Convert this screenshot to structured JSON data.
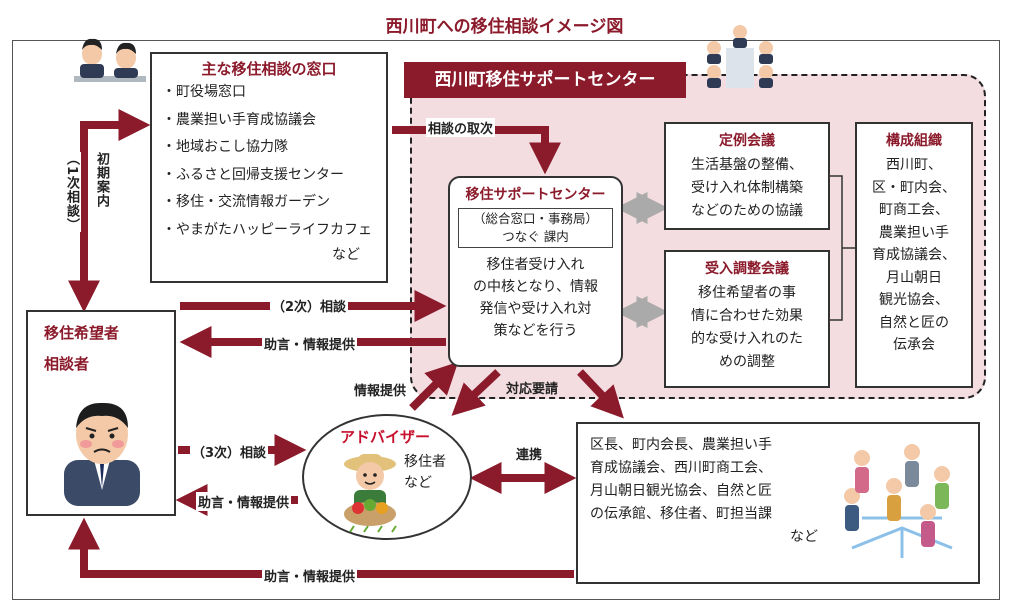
{
  "title": "西川町への移住相談イメージ図",
  "center": {
    "banner": "西川町移住サポートセンター"
  },
  "madoguchi": {
    "heading": "主な移住相談の窓口",
    "items": [
      "・町役場窓口",
      "・農業担い手育成協議会",
      "・地域おこし協力隊",
      "・ふるさと回帰支援センター",
      "・移住・交流情報ガーデン",
      "・やまがたハッピーライフカフェ"
    ],
    "tail": "など"
  },
  "support": {
    "heading": "移住サポートセンター",
    "sub1": "（総合窓口・事務局）",
    "sub2": "つなぐ 課内",
    "body": [
      "移住者受け入れ",
      "の中核となり、情報",
      "発信や受け入れ対",
      "策などを行う"
    ]
  },
  "teirei": {
    "heading": "定例会議",
    "body": [
      "生活基盤の整備、",
      "受け入れ体制構築",
      "などのための協議"
    ]
  },
  "juyo": {
    "heading": "受入調整会議",
    "body": [
      "移住希望者の事",
      "情に合わせた効果",
      "的な受け入れのた",
      "めの調整"
    ]
  },
  "kosei": {
    "heading": "構成組織",
    "body": [
      "西川町、",
      "区・町内会、",
      "町商工会、",
      "農業担い手",
      "育成協議会、",
      "月山朝日",
      "観光協会、",
      "自然と匠の",
      "伝承会"
    ]
  },
  "applicant": {
    "line1": "移住希望者",
    "line2": "相談者"
  },
  "advisor": {
    "heading": "アドバイザー",
    "line1": "移住者",
    "line2": "など"
  },
  "network": {
    "body": [
      "区長、町内会長、農業担い手",
      "育成協議会、西川町商工会、",
      "月山朝日観光協会、自然と匠",
      "の伝承館、移住者、町担当課"
    ],
    "tail": "など"
  },
  "labels": {
    "transfer": "相談の取次",
    "initial": "初期案内",
    "initial_sub": "（1次相談）",
    "second": "（2次）相談",
    "advice1": "助言・情報提供",
    "info_provide": "情報提供",
    "response": "対応要請",
    "third": "（3次）相談",
    "advice2": "助言・情報提供",
    "renkei": "連携",
    "advice3": "助言・情報提供"
  },
  "colors": {
    "arrow": "#8b1a2b",
    "center_bg": "#f3dde0",
    "gray_arrow": "#aaaaaa"
  }
}
